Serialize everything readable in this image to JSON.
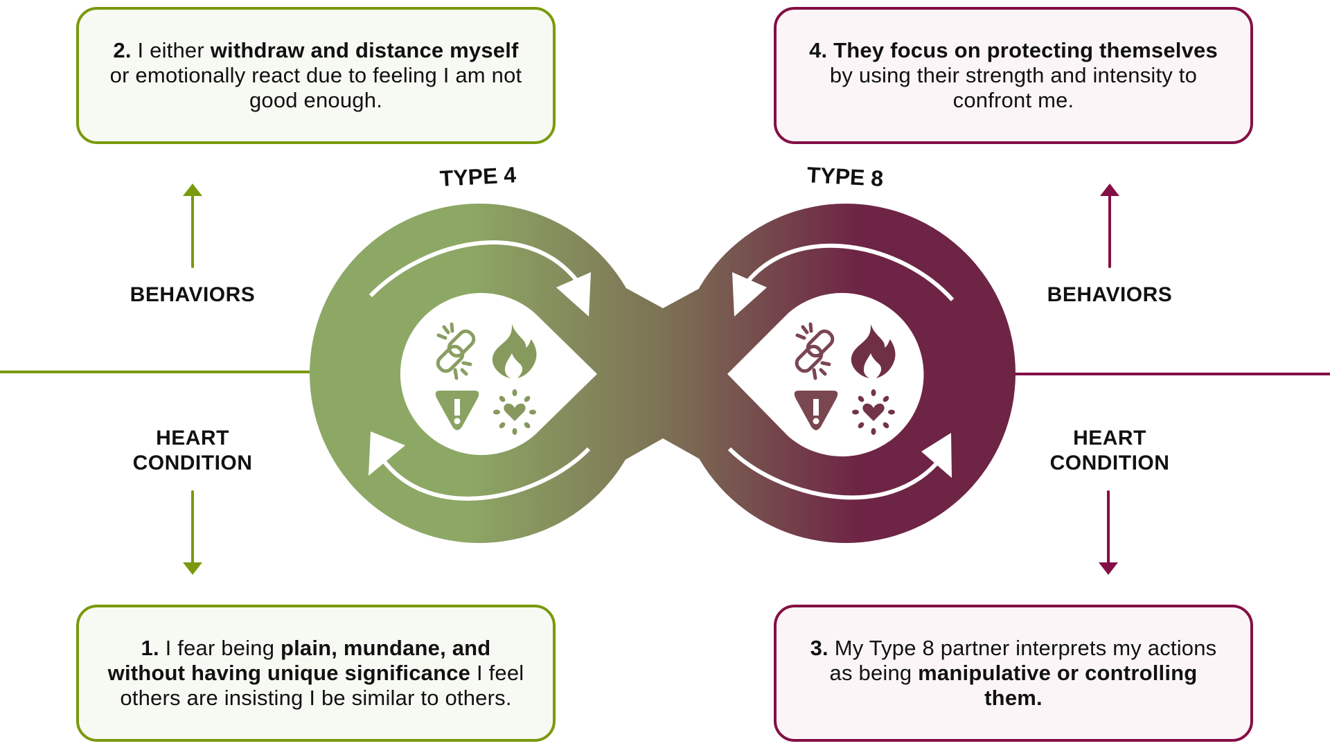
{
  "colors": {
    "green_accent": "#7a9a0d",
    "green_fill": "#8da865",
    "maroon_accent": "#840f45",
    "maroon_fill": "#6e2445",
    "mid_fill": "#7d7255"
  },
  "types": {
    "left": "TYPE 4",
    "right": "TYPE 8"
  },
  "side_labels": {
    "left_behaviors": "BEHAVIORS",
    "left_heart_line1": "HEART",
    "left_heart_line2": "CONDITION",
    "right_behaviors": "BEHAVIORS",
    "right_heart_line1": "HEART",
    "right_heart_line2": "CONDITION"
  },
  "boxes": {
    "step2": {
      "num": "2.",
      "t1": " I either ",
      "b1": "withdraw and distance myself",
      "t2": " or emotionally react due to feeling I am not good enough."
    },
    "step4": {
      "b1": "4. They focus on protecting themselves",
      "t1": " by using their strength and intensity to confront me."
    },
    "step1": {
      "num": "1.",
      "t1": " I fear being ",
      "b1": "plain, mundane, and without having unique significance",
      "t2": " I feel others are insisting I be similar to others."
    },
    "step3": {
      "num": "3.",
      "t1": " My Type 8 partner interprets my actions as being ",
      "b1": "manipulative or controlling them."
    }
  },
  "icons": [
    "broken-link-icon",
    "flame-icon",
    "warning-icon",
    "heart-burst-icon"
  ]
}
